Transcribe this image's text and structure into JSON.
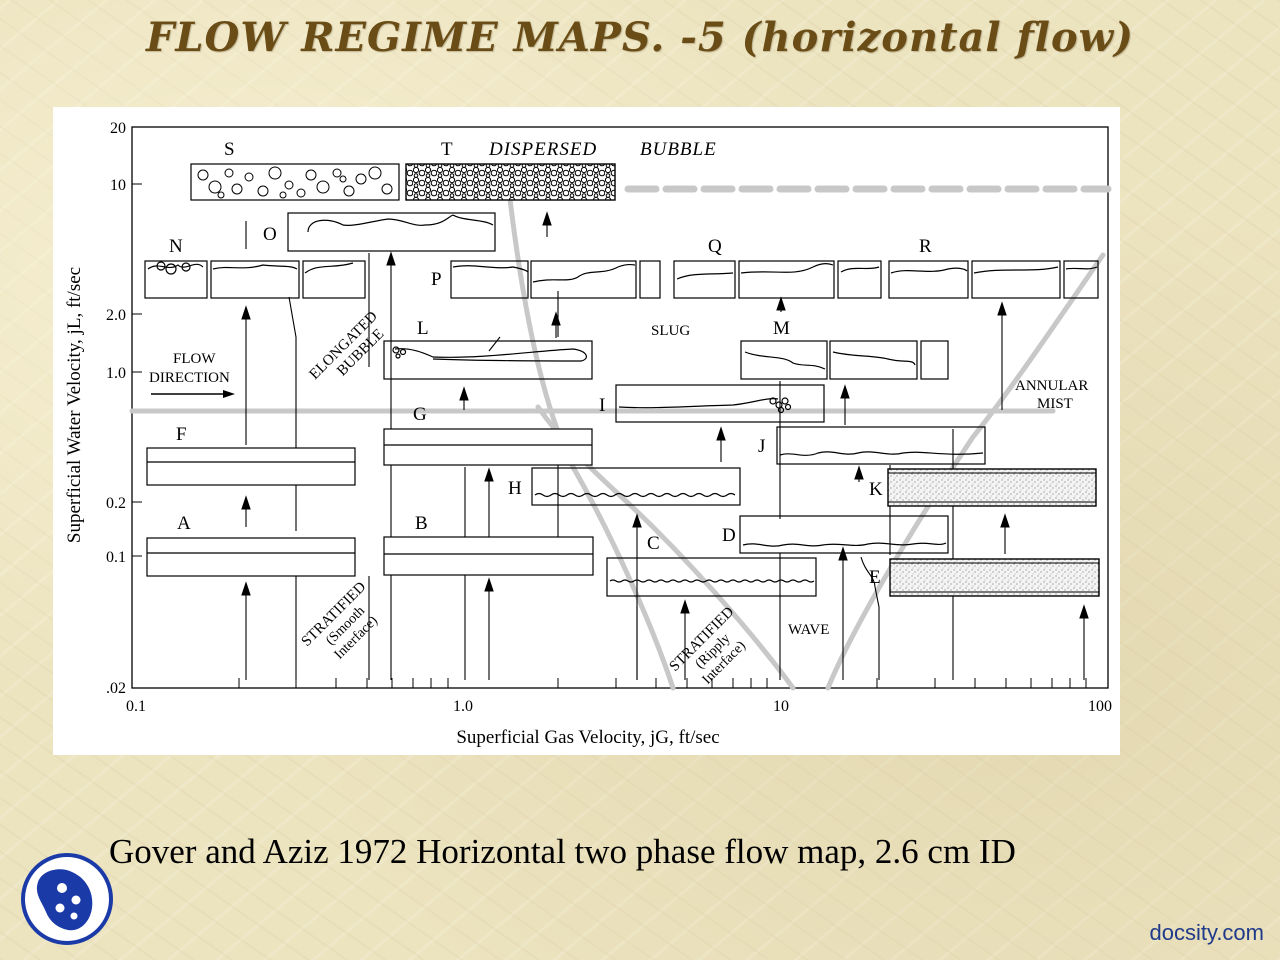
{
  "slide": {
    "title": "FLOW REGIME MAPS. -5 (horizontal flow)",
    "caption": "Gover and Aziz 1972 Horizontal two phase flow map, 2.6 cm ID",
    "brand": "docsity.com"
  },
  "figure": {
    "x_axis_label": "Superficial Gas Velocity, jG, ft/sec",
    "y_axis_label": "Superficial Water Velocity, jL, ft/sec",
    "x_ticks": [
      "0.1",
      "1.0",
      "10",
      "100"
    ],
    "y_ticks": [
      "20",
      "10",
      "2.0",
      "1.0",
      "0.2",
      "0.1",
      ".02"
    ],
    "panel_letters": [
      "S",
      "T",
      "N",
      "O",
      "P",
      "Q",
      "R",
      "L",
      "M",
      "F",
      "G",
      "I",
      "J",
      "H",
      "K",
      "A",
      "B",
      "C",
      "D",
      "E"
    ],
    "regions": {
      "dispersed": "DISPERSED",
      "bubble": "BUBBLE",
      "slug": "SLUG",
      "elongated_bubble": [
        "ELONGATED",
        "BUBBLE"
      ],
      "flow_direction": [
        "FLOW",
        "DIRECTION"
      ],
      "annular_mist": [
        "ANNULAR",
        "MIST"
      ],
      "wave": "WAVE",
      "stratified_smooth": [
        "STRATIFIED",
        "(Smooth",
        "Interface)"
      ],
      "stratified_ripply": [
        "STRATIFIED",
        "(Ripply",
        "Interface)"
      ]
    }
  },
  "colors": {
    "title": "#6a4d16",
    "background": "#ece3bf",
    "boundary": "#c8c8c8",
    "logo": "#1a3aa8",
    "brand": "#1f3a8a"
  }
}
